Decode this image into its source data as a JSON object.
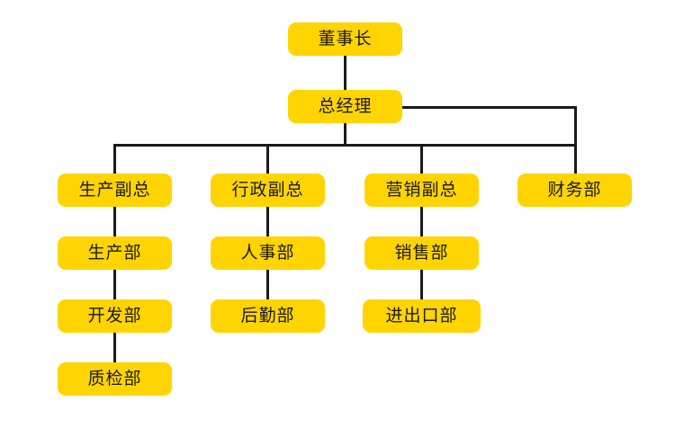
{
  "chart": {
    "type": "org-chart",
    "title": "",
    "background_color": "#ffffff",
    "node_color": "#FFD400",
    "node_text_color": "#1a1a1a",
    "line_color": "#1a1a1a",
    "levels": [
      {
        "level": 1,
        "nodes": [
          {
            "id": "chairman",
            "label": "董事长"
          }
        ]
      },
      {
        "level": 2,
        "nodes": [
          {
            "id": "general-manager",
            "label": "总经理"
          }
        ]
      },
      {
        "level": 3,
        "nodes": [
          {
            "id": "production-vp",
            "label": "生产副总"
          },
          {
            "id": "admin-vp",
            "label": "行政副总"
          },
          {
            "id": "marketing-vp",
            "label": "营销副总"
          },
          {
            "id": "finance-dept",
            "label": "财务部"
          }
        ]
      },
      {
        "level": 4,
        "nodes": [
          {
            "id": "production-dept",
            "label": "生产部"
          },
          {
            "id": "hr-dept",
            "label": "人事部"
          },
          {
            "id": "sales-dept",
            "label": "销售部"
          }
        ]
      },
      {
        "level": 5,
        "nodes": [
          {
            "id": "development-dept",
            "label": "开发部"
          },
          {
            "id": "logistics-dept",
            "label": "后勤部"
          },
          {
            "id": "import-export-dept",
            "label": "进出口部"
          }
        ]
      },
      {
        "level": 6,
        "nodes": [
          {
            "id": "quality-dept",
            "label": "质检部"
          }
        ]
      }
    ],
    "edges": [
      {
        "from": "chairman",
        "to": "general-manager"
      },
      {
        "from": "general-manager",
        "to": "production-vp"
      },
      {
        "from": "general-manager",
        "to": "admin-vp"
      },
      {
        "from": "general-manager",
        "to": "marketing-vp"
      },
      {
        "from": "general-manager",
        "to": "finance-dept"
      },
      {
        "from": "production-vp",
        "to": "production-dept"
      },
      {
        "from": "production-dept",
        "to": "development-dept"
      },
      {
        "from": "development-dept",
        "to": "quality-dept"
      },
      {
        "from": "admin-vp",
        "to": "hr-dept"
      },
      {
        "from": "hr-dept",
        "to": "logistics-dept"
      },
      {
        "from": "marketing-vp",
        "to": "sales-dept"
      },
      {
        "from": "sales-dept",
        "to": "import-export-dept"
      }
    ]
  }
}
